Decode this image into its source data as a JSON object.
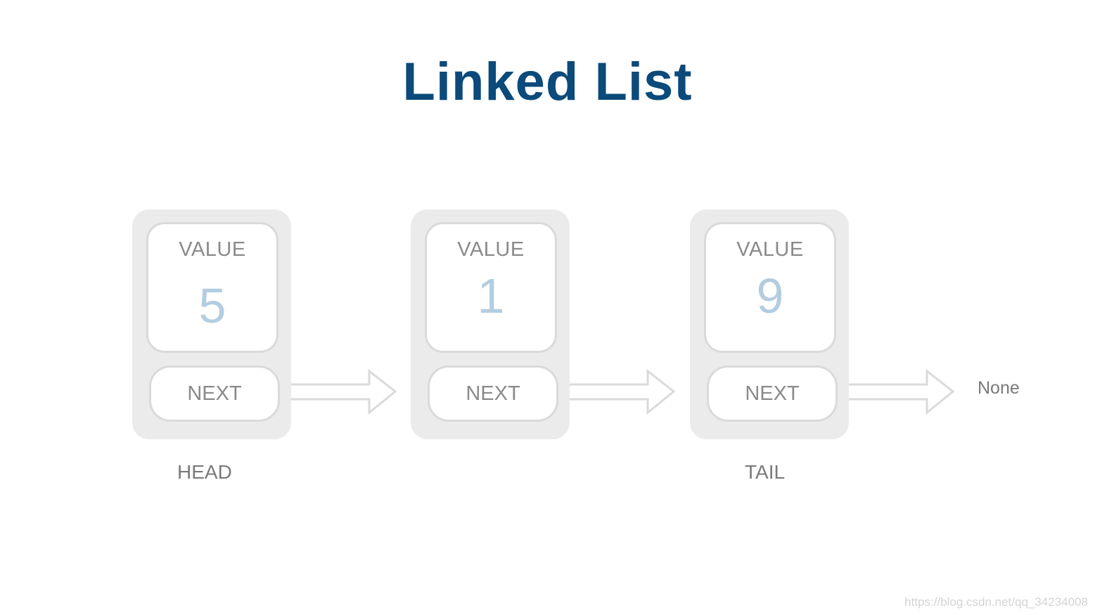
{
  "title": "Linked List",
  "nodes": [
    {
      "value_label": "VALUE",
      "value": "5",
      "next_label": "NEXT"
    },
    {
      "value_label": "VALUE",
      "value": "1",
      "next_label": "NEXT"
    },
    {
      "value_label": "VALUE",
      "value": "9",
      "next_label": "NEXT"
    }
  ],
  "labels": {
    "head": "HEAD",
    "tail": "TAIL",
    "terminal": "None"
  },
  "watermark": "https://blog.csdn.net/qq_34234008",
  "colors": {
    "title": "#0b4a7a",
    "node_bg": "#ebebeb",
    "box_border": "#dadada",
    "value_number": "#b3cde0",
    "label_text": "#8a8a8a"
  }
}
